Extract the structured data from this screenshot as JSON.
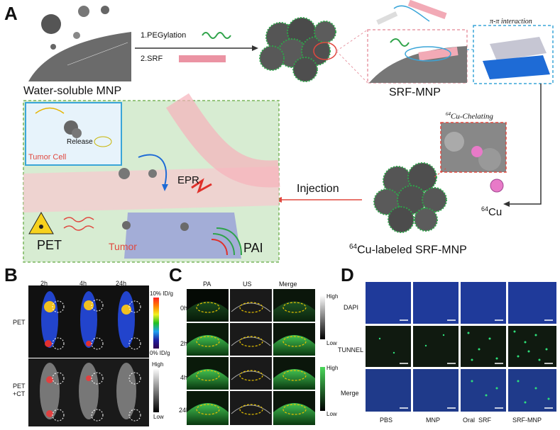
{
  "panels": {
    "a": "A",
    "b": "B",
    "c": "C",
    "d": "D"
  },
  "panel_a": {
    "mnp_label": "Water-soluble MNP",
    "step1": "1.PEGylation",
    "step2": "2.SRF",
    "srf_mnp_label": "SRF-MNP",
    "pi_label": "π-π interaction",
    "cu_chelating": "Cu-Chelating",
    "cu_chelating_sup": "64",
    "cu_label": "Cu",
    "cu_label_sup": "64",
    "injection": "Injection",
    "labeled_label": "Cu-labeled SRF-MNP",
    "labeled_sup": "64",
    "release": "Release",
    "tumor_cell": "Tumor Cell",
    "epr": "EPR",
    "pet": "PET",
    "tumor": "Tumor",
    "pai": "PAI"
  },
  "panel_b": {
    "times": [
      "2h",
      "4h",
      "24h"
    ],
    "rows": [
      "PET",
      "PET\n+CT"
    ],
    "scale_top": "10% ID/g",
    "scale_bottom": "0% ID/g",
    "scale2_top": "High",
    "scale2_bottom": "Low"
  },
  "panel_c": {
    "cols": [
      "PA",
      "US",
      "Merge"
    ],
    "rows": [
      "0h",
      "2h",
      "4h",
      "24h"
    ],
    "scale_top": "High",
    "scale_bottom": "Low",
    "scale2_top": "High",
    "scale2_bottom": "Low"
  },
  "panel_d": {
    "rows": [
      "DAPI",
      "TUNNEL",
      "Merge"
    ],
    "cols": [
      "PBS",
      "MNP",
      "Oral  SRF",
      "SRF-MNP"
    ]
  },
  "colors": {
    "accent_red": "#e0483f",
    "green": "#2fa34a",
    "pink": "#e89aa6",
    "blue_dapi": "#1f3a9a",
    "pa_green": "#39b54a"
  }
}
